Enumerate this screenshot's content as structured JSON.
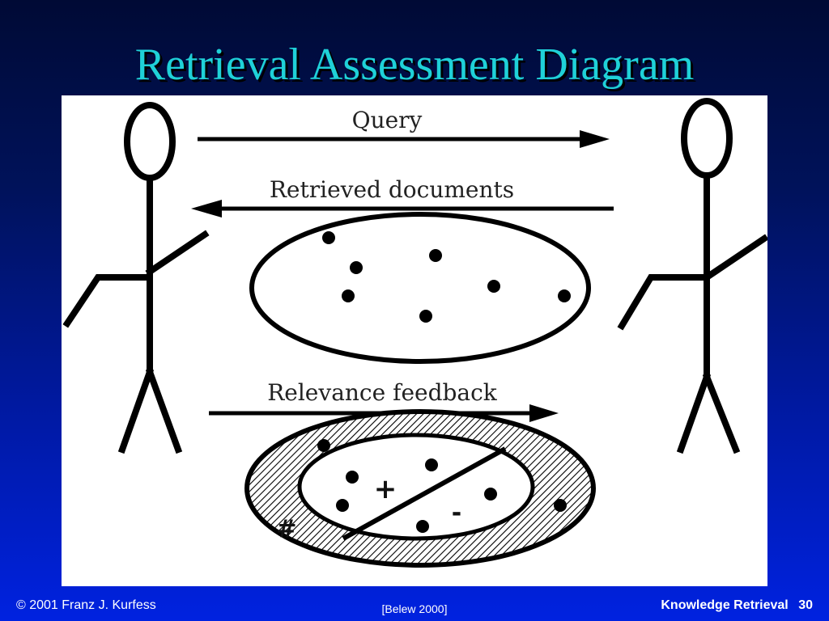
{
  "slide": {
    "title": "Retrieval Assessment Diagram"
  },
  "diagram": {
    "labels": {
      "query": "Query",
      "retrieved": "Retrieved documents",
      "feedback": "Relevance  feedback",
      "plus": "+",
      "minus": "-",
      "hash": "#"
    },
    "colors": {
      "panel": "#ffffff",
      "ink": "#000000"
    },
    "icons": [
      "user-stick-figure",
      "system-stick-figure",
      "arrow-right",
      "arrow-left",
      "document-dot"
    ]
  },
  "footer": {
    "copyright": "© 2001 Franz J. Kurfess",
    "citation": "[Belew 2000]",
    "course": "Knowledge Retrieval",
    "page": "30"
  }
}
